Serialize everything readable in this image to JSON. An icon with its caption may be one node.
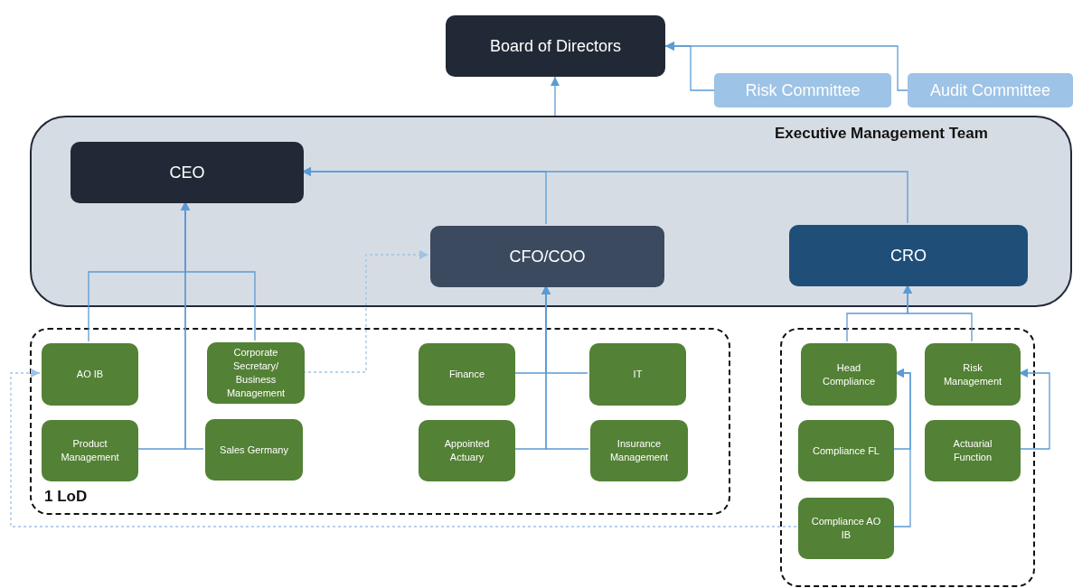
{
  "diagram": {
    "nodes": [
      {
        "text": [
          "Board of Directors"
        ]
      },
      {
        "text": [
          "Risk Committee"
        ]
      },
      {
        "text": [
          "Audit Committee"
        ]
      },
      {
        "text": [
          "Executive Management Team"
        ]
      },
      {
        "text": [
          "CEO"
        ],
        "in": 3
      },
      {
        "text": [
          "CFO/COO"
        ],
        "in": 3
      },
      {
        "text": [
          "CRO"
        ],
        "in": 3
      },
      {
        "text": [
          "1 LoD"
        ]
      },
      {
        "text": [
          "AO IB"
        ],
        "in": 7
      },
      {
        "text": [
          "Corporate Secretary/ Business Management"
        ],
        "in": 7
      },
      {
        "text": [
          "Finance"
        ],
        "in": 7
      },
      {
        "text": [
          "IT"
        ],
        "in": 7
      },
      {
        "text": [
          "Product Management"
        ],
        "in": 7
      },
      {
        "text": [
          "Sales Germany"
        ],
        "in": 7
      },
      {
        "text": [
          "Appointed Actuary"
        ],
        "in": 7
      },
      {
        "text": [
          "Insurance Management"
        ],
        "in": 7
      },
      {
        "text": [],
        "shape": "box"
      },
      {
        "text": [
          "Head Compliance"
        ],
        "in": 16
      },
      {
        "text": [
          "Risk Management"
        ],
        "in": 16
      },
      {
        "text": [
          "Compliance FL"
        ],
        "in": 16
      },
      {
        "text": [
          "Actuarial Function"
        ],
        "in": 16
      },
      {
        "text": [
          "Compliance AO IB"
        ],
        "in": 16
      }
    ],
    "edges": [
      {
        "from": 1,
        "to": 0,
        "arrow": "to"
      },
      {
        "from": 2,
        "to": 0,
        "arrow": "to"
      },
      {
        "from": 3,
        "to": 0,
        "arrow": "to"
      },
      {
        "from": 5,
        "to": 4,
        "arrow": "to"
      },
      {
        "from": 6,
        "to": 4,
        "arrow": "to"
      },
      {
        "from": 8,
        "to": 4,
        "arrow": "to"
      },
      {
        "from": 9,
        "to": 4,
        "arrow": "to"
      },
      {
        "from": 12,
        "to": 4,
        "arrow": "to"
      },
      {
        "from": 13,
        "to": 4,
        "arrow": "to"
      },
      {
        "from": 9,
        "to": 5,
        "arrow": "to",
        "style": "dashed",
        "color": "#9dc3e6"
      },
      {
        "from": 10,
        "to": 5,
        "arrow": "to"
      },
      {
        "from": 11,
        "to": 5,
        "arrow": "to"
      },
      {
        "from": 14,
        "to": 5,
        "arrow": "to"
      },
      {
        "from": 15,
        "to": 5,
        "arrow": "to"
      },
      {
        "from": 17,
        "to": 6,
        "arrow": "to"
      },
      {
        "from": 18,
        "to": 6,
        "arrow": "to"
      },
      {
        "from": 19,
        "to": 17,
        "arrow": "to"
      },
      {
        "from": 21,
        "to": 17,
        "arrow": "to"
      },
      {
        "from": 20,
        "to": 18,
        "arrow": "to"
      },
      {
        "from": 21,
        "to": 8,
        "arrow": "to",
        "style": "dashed",
        "color": "#9dc3e6"
      }
    ]
  }
}
